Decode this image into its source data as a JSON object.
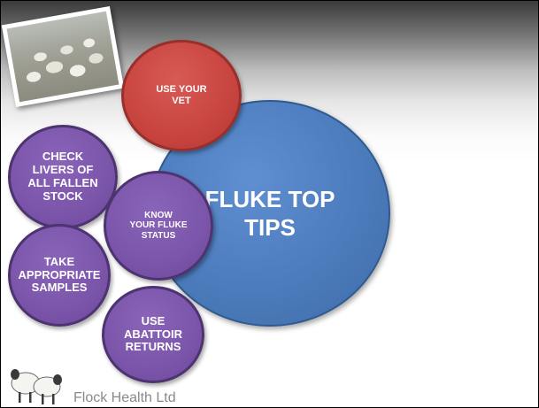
{
  "slide": {
    "center_title_lines": [
      "FLUKE TOP",
      "TIPS"
    ],
    "tips": {
      "use_vet": [
        "USE YOUR",
        "VET"
      ],
      "check_livers": [
        "CHECK",
        "LIVERS OF",
        "ALL FALLEN",
        "STOCK"
      ],
      "know_status": [
        "KNOW",
        "YOUR FLUKE",
        "STATUS"
      ],
      "take_samples": [
        "TAKE",
        "APPROPRIATE",
        "SAMPLES"
      ],
      "abattoir": [
        "USE",
        "ABATTOIR",
        "RETURNS"
      ]
    },
    "photo_icon": "sheep-flock-photo",
    "logo_icon": "sheep-logo-icon",
    "company_name": "Flock Health Ltd"
  },
  "colors": {
    "center_blue": "#4f7fc0",
    "vet_red": "#c8443f",
    "tip_purple": "#7b55aa",
    "company_grey": "#8a8a8a"
  }
}
